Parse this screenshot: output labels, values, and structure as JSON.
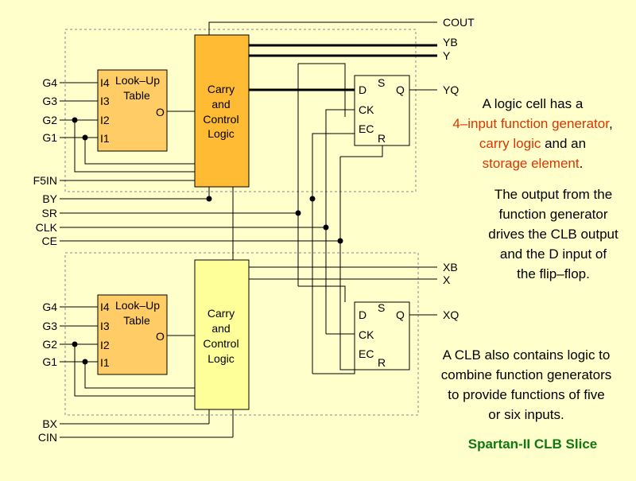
{
  "title": "Spartan-II CLB Slice",
  "colors": {
    "background": "#ffffcc",
    "lut_fill": "#ffcc66",
    "carry_top_fill": "#ffbb33",
    "carry_bottom_fill": "#ffff99",
    "flipflop_fill": "#ffffcc",
    "highlight_text": "#dd3300",
    "title_text": "#117711"
  },
  "left_inputs": {
    "top": [
      "G4",
      "G3",
      "G2",
      "G1",
      "F5IN"
    ],
    "middle": [
      "BY",
      "SR",
      "CLK",
      "CE"
    ],
    "bottom": [
      "G4",
      "G3",
      "G2",
      "G1",
      "BX",
      "CIN"
    ]
  },
  "lut": {
    "title": [
      "Look–Up",
      "Table"
    ],
    "inputs": [
      "I4",
      "I3",
      "I2",
      "I1"
    ],
    "output": "O"
  },
  "carry_block": [
    "Carry",
    "and",
    "Control",
    "Logic"
  ],
  "flipflop": {
    "pins_left": [
      "D",
      "CK",
      "EC"
    ],
    "set": "S",
    "reset": "R",
    "output": "Q"
  },
  "right_outputs": {
    "top": [
      "COUT",
      "YB",
      "Y",
      "YQ"
    ],
    "bottom": [
      "XB",
      "X",
      "XQ"
    ]
  },
  "descriptions": {
    "p1": {
      "pre": "A logic cell has a",
      "hl1": "4–input function generator",
      "mid1": ",",
      "hl2": "carry logic",
      "mid2": " and an",
      "hl3": "storage element",
      "post": "."
    },
    "p2": [
      "The output from the",
      "function generator",
      "drives the CLB output",
      "and the D input of",
      "the flip–flop."
    ],
    "p3": [
      "A CLB also contains logic to",
      "combine function generators",
      "to provide functions of five",
      "or six inputs."
    ]
  }
}
